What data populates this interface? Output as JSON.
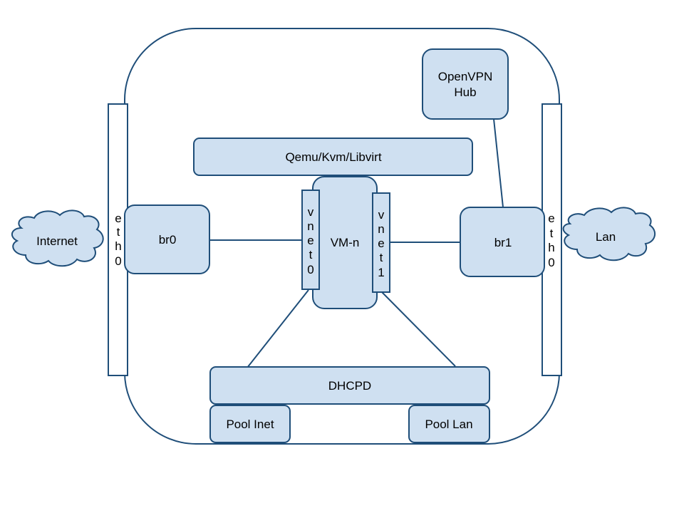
{
  "diagram": {
    "nodes": {
      "openvpn_hub": [
        "OpenVPN",
        "Hub"
      ],
      "hypervisor": "Qemu/Kvm/Libvirt",
      "br0": "br0",
      "br1": "br1",
      "vm": "VM-n",
      "dhcpd": "DHCPD",
      "pool_inet": "Pool Inet",
      "pool_lan": "Pool Lan",
      "internet": "Internet",
      "lan": "Lan"
    },
    "vertical_labels": {
      "eth0_left": [
        "e",
        "t",
        "h",
        "0"
      ],
      "eth0_right": [
        "e",
        "t",
        "h",
        "0"
      ],
      "vnet0": [
        "v",
        "n",
        "e",
        "t",
        "0"
      ],
      "vnet1": [
        "v",
        "n",
        "e",
        "t",
        "1"
      ]
    },
    "colors": {
      "fill": "#cfe0f1",
      "stroke": "#1f4e79"
    },
    "edges": [
      {
        "from": "br0",
        "to": "vnet0"
      },
      {
        "from": "vnet1",
        "to": "br1"
      },
      {
        "from": "br1",
        "to": "openvpn_hub"
      },
      {
        "from": "vnet0",
        "to": "dhcpd"
      },
      {
        "from": "vnet1",
        "to": "dhcpd"
      }
    ]
  }
}
